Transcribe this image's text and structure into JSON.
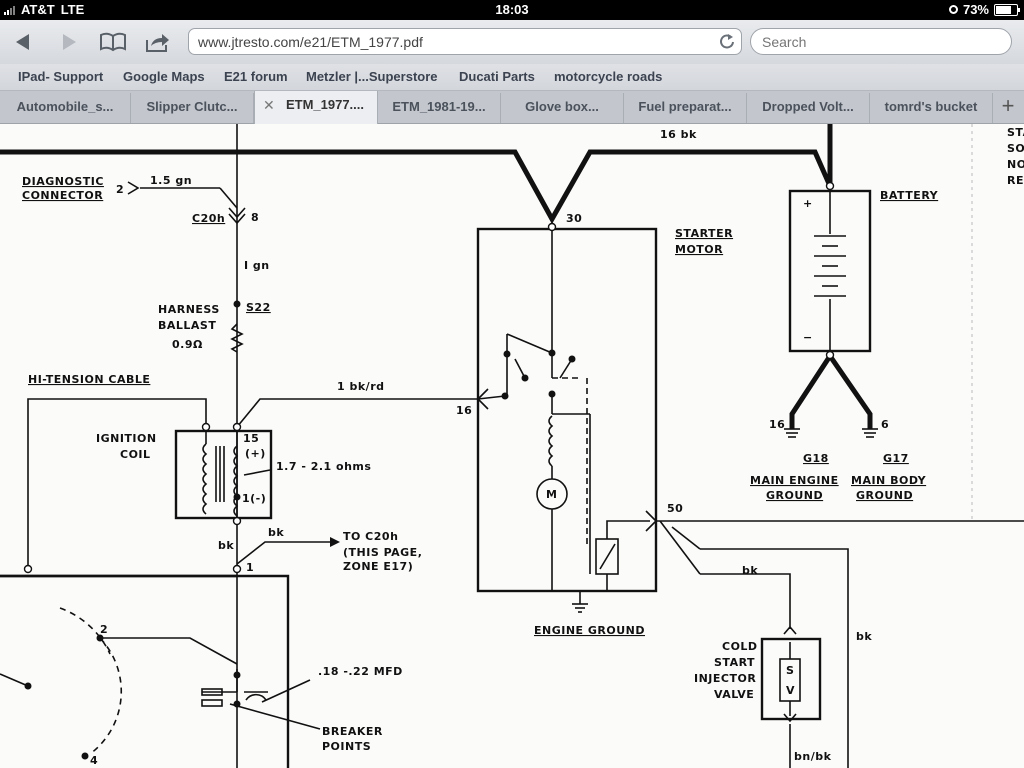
{
  "status_bar": {
    "carrier": "AT&T",
    "network": "LTE",
    "time": "18:03",
    "battery": "73%",
    "battery_level_fraction": 0.73
  },
  "toolbar": {
    "back_icon": "back-arrow-icon",
    "forward_icon": "forward-arrow-icon",
    "bookmarks_icon": "open-book-icon",
    "share_icon": "share-arrow-icon",
    "url": "www.jtresto.com/e21/ETM_1977.pdf",
    "search_placeholder": "Search"
  },
  "bookmarks_bar": [
    "IPad- Support",
    "Google Maps",
    "E21 forum",
    "Metzler |...Superstore",
    "Ducati Parts",
    "motorcycle roads"
  ],
  "tabs": [
    {
      "label": "Automobile_s...",
      "active": false
    },
    {
      "label": "Slipper Clutc...",
      "active": false
    },
    {
      "label": "ETM_1977....",
      "active": true
    },
    {
      "label": "ETM_1981-19...",
      "active": false
    },
    {
      "label": "Glove box...",
      "active": false
    },
    {
      "label": "Fuel preparat...",
      "active": false
    },
    {
      "label": "Dropped Volt...",
      "active": false
    },
    {
      "label": "tomrd's bucket",
      "active": false
    }
  ],
  "diagram": {
    "labels": {
      "diag_connector_1": "DIAGNOSTIC",
      "diag_connector_2": "CONNECTOR",
      "pin_2": "2",
      "wire_15gn": "1.5 gn",
      "c20h": "C20h",
      "pin_8": "8",
      "wire_1gn": "I gn",
      "harness_1": "HARNESS",
      "harness_2": "BALLAST",
      "ohm": "0.9Ω",
      "s22": "S22",
      "hi_tension": "HI-TENSION CABLE",
      "wire_1bkrd": "1 bk/rd",
      "pin_16_starter": "16",
      "ign_coil_1": "IGNITION",
      "ign_coil_2": "COIL",
      "coil_15": "15",
      "coil_plus": "(+)",
      "coil_ohms": "1.7 - 2.1 ohms",
      "coil_1minus": "1(-)",
      "bk_left": "bk",
      "bk_right": "bk",
      "to_c20h_1": "TO C20h",
      "to_c20h_2": "(THIS PAGE,",
      "to_c20h_3": "ZONE E17)",
      "pin_1": "1",
      "dist_2": "2",
      "dist_4": "4",
      "mfd": ".18 -.22 MFD",
      "breaker_1": "BREAKER",
      "breaker_2": "POINTS",
      "wire_16bk": "16 bk",
      "pin_30": "30",
      "starter_1": "STARTER",
      "starter_2": "MOTOR",
      "motor_m": "M",
      "engine_ground": "ENGINE GROUND",
      "pin_50": "50",
      "bk_starter": "bk",
      "bk_far": "bk",
      "battery": "BATTERY",
      "plus": "+",
      "minus": "−",
      "g18_num": "16",
      "g17_num": "6",
      "g18": "G18",
      "g17": "G17",
      "main_engine_1": "MAIN ENGINE",
      "main_engine_2": "GROUND",
      "main_body_1": "MAIN BODY",
      "main_body_2": "GROUND",
      "cold_1": "COLD",
      "cold_2": "START",
      "cold_3": "INJECTOR",
      "cold_4": "VALVE",
      "sv_s": "S",
      "sv_v": "V",
      "bnbk": "bn/bk",
      "edge_1": "STA",
      "edge_2": "SOL",
      "edge_3": "NO",
      "edge_4": "RE"
    }
  }
}
